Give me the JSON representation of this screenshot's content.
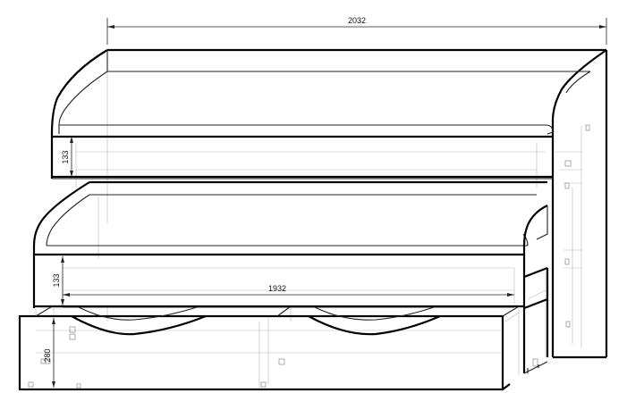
{
  "dimensions": {
    "total_length": "2032",
    "inner_length": "1932",
    "upper_side_height": "133",
    "lower_side_height": "133",
    "drawer_height": "280"
  }
}
